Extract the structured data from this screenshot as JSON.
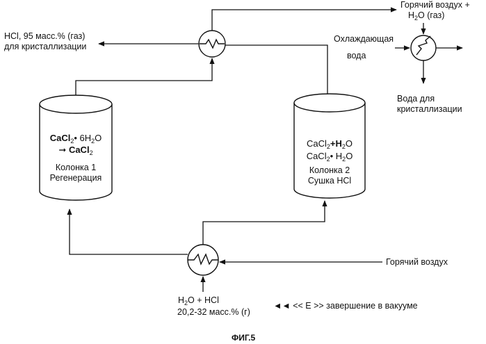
{
  "labels": {
    "hcl_out_line1": "HCl, 95 масс.% (газ)",
    "hcl_out_line2": "для кристаллизации",
    "hot_air_water_line1": "Горячий воздух +",
    "hot_air_water_h": "H",
    "hot_air_water_2": "2",
    "hot_air_water_o": "O (газ)",
    "cooling_water_line1": "Охлаждающая",
    "cooling_water_line2": "вода",
    "water_cryst_line1": "Вода для",
    "water_cryst_line2": "кристаллизации",
    "hot_air": "Горячий воздух",
    "feed_h": "H",
    "feed_2": "2",
    "feed_rest": "O + HCl",
    "feed_conc": "20,2-32  масс.% (г)",
    "vacuum_note": "◄◄ << E >> завершение в вакууме",
    "figure_caption": "ФИГ.5"
  },
  "column1": {
    "formula_a": "CaCl",
    "formula_a_sub": "2",
    "formula_b": "• 6H",
    "formula_b_sub": "2",
    "formula_c": "O",
    "arrow": "➞",
    "formula_d": "CaCl",
    "formula_d_sub": "2",
    "name": "Колонка 1",
    "role": "Регенерация"
  },
  "column2": {
    "line1_a": "CaCl",
    "line1_a_sub": "2",
    "line1_b": "+H",
    "line1_b_sub": "2",
    "line1_c": "O",
    "line2_a": "CaCl",
    "line2_a_sub": "2",
    "line2_b": "• H",
    "line2_b_sub": "2",
    "line2_c": "O",
    "name": "Колонка 2",
    "role": "Сушка HCl"
  }
}
